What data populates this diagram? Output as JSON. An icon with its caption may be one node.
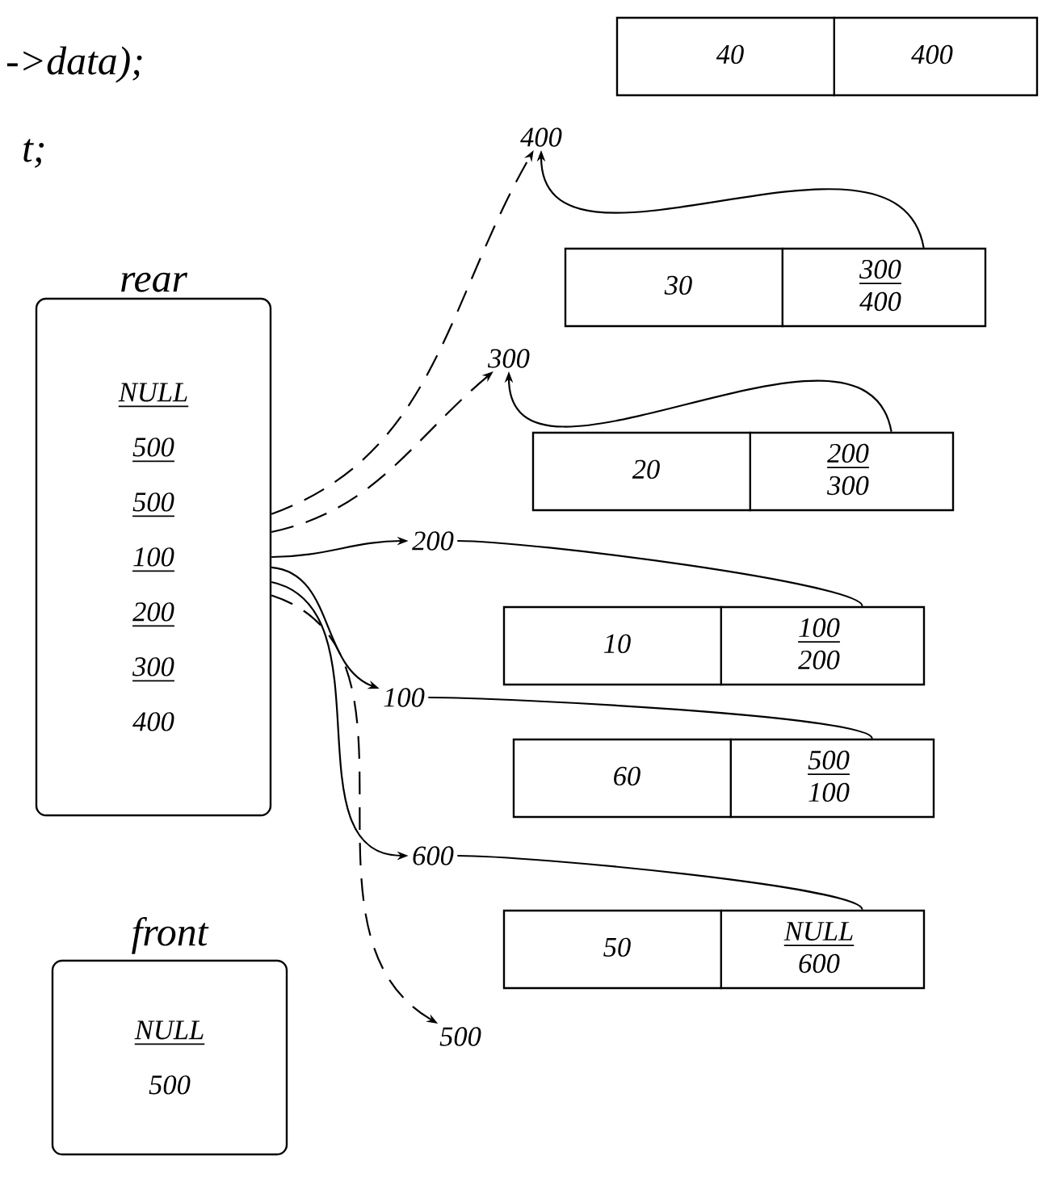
{
  "diagram": {
    "nodes": [
      {
        "text": [
          "rear",
          "NULL",
          "500",
          "500",
          "100",
          "200",
          "300",
          "400"
        ]
      },
      {
        "text": [
          "front",
          "NULL",
          "500"
        ]
      },
      {
        "text": [
          "40",
          "400"
        ]
      },
      {
        "text": [
          "30",
          "300",
          "400"
        ]
      },
      {
        "text": [
          "20",
          "200",
          "300"
        ]
      },
      {
        "text": [
          "10",
          "100",
          "200"
        ]
      },
      {
        "text": [
          "60",
          "500",
          "100"
        ]
      },
      {
        "text": [
          "50",
          "NULL",
          "600"
        ]
      },
      {
        "text": [
          "400"
        ]
      },
      {
        "text": [
          "300"
        ]
      },
      {
        "text": [
          "200"
        ]
      },
      {
        "text": [
          "100"
        ]
      },
      {
        "text": [
          "600"
        ]
      },
      {
        "text": [
          "500"
        ]
      }
    ],
    "edges": [
      {
        "from": 0,
        "to": 8,
        "arrow": "to",
        "style": "dashed"
      },
      {
        "from": 0,
        "to": 9,
        "arrow": "to",
        "style": "dashed"
      },
      {
        "from": 0,
        "to": 10,
        "arrow": "to"
      },
      {
        "from": 0,
        "to": 11,
        "arrow": "to"
      },
      {
        "from": 0,
        "to": 12,
        "arrow": "to"
      },
      {
        "from": 0,
        "to": 13,
        "arrow": "to",
        "style": "dashed"
      },
      {
        "from": 3,
        "to": 8,
        "arrow": "to"
      },
      {
        "from": 4,
        "to": 9,
        "arrow": "to"
      },
      {
        "from": 5,
        "to": 10,
        "arrow": "none"
      },
      {
        "from": 6,
        "to": 11,
        "arrow": "none"
      },
      {
        "from": 7,
        "to": 12,
        "arrow": "none"
      }
    ],
    "labels": [
      "->data);",
      "t;"
    ]
  }
}
